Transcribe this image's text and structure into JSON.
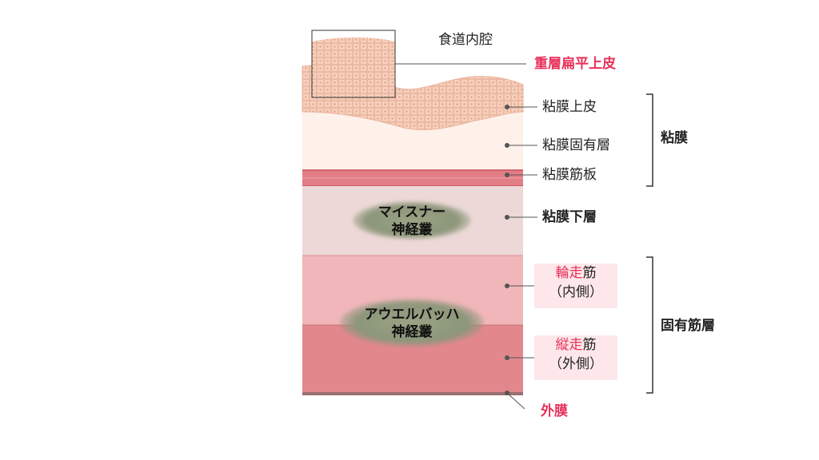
{
  "lumen_label": "食道内腔",
  "epithelium_cell_label": "重層扁平上皮",
  "layers": {
    "mucosal_epithelium": "粘膜上皮",
    "lamina_propria": "粘膜固有層",
    "muscularis_mucosae": "粘膜筋板",
    "submucosa": "粘膜下層",
    "inner_circular": {
      "accent": "輪走",
      "rest": "筋",
      "side": "（内側）"
    },
    "outer_longitudinal": {
      "accent": "縦走",
      "rest": "筋",
      "side": "（外側）"
    },
    "adventitia": "外膜"
  },
  "groups": {
    "mucosa": "粘膜",
    "muscularis_propria": "固有筋層"
  },
  "plexus": {
    "meissner": {
      "line1": "マイスナー",
      "line2": "神経叢"
    },
    "auerbach": {
      "line1": "アウエルバッハ",
      "line2": "神経叢"
    }
  },
  "colors": {
    "accent_red": "#e8315a",
    "epithelium": "#f6d2c0",
    "lamina_propria": "#fdf1ea",
    "muscularis_mucosae": "#e27d86",
    "submucosa": "#ecd8d6",
    "inner_circular": "#f0b6b9",
    "outer_longitudinal": "#e2888d",
    "plexus": "#8f9a7a"
  }
}
